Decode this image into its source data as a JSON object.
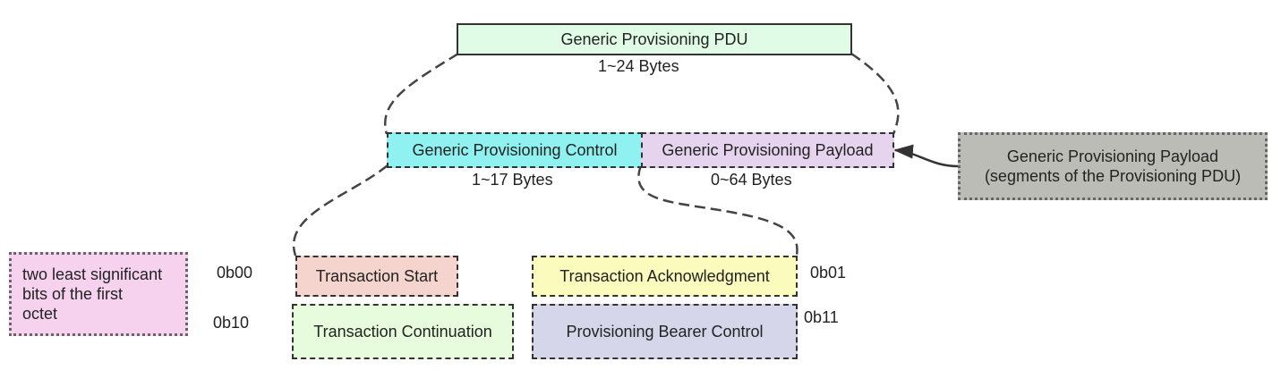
{
  "pdu": {
    "title": "Generic Provisioning PDU",
    "size": "1~24 Bytes"
  },
  "control": {
    "title": "Generic Provisioning Control",
    "size": "1~17 Bytes"
  },
  "payload": {
    "title": "Generic Provisioning Payload",
    "size": "0~64 Bytes"
  },
  "payload_note": {
    "line1": "Generic Provisioning Payload",
    "line2": "(segments of the Provisioning PDU)"
  },
  "bits_note": {
    "line1": "two least significant",
    "line2": "bits of the first",
    "line3": "octet"
  },
  "types": [
    {
      "label": "Transaction Start",
      "code": "0b00"
    },
    {
      "label": "Transaction Acknowledgment",
      "code": "0b01"
    },
    {
      "label": "Transaction Continuation",
      "code": "0b10"
    },
    {
      "label": "Provisioning Bearer Control",
      "code": "0b11"
    }
  ],
  "colors": {
    "pdu": "#e1fce6",
    "control": "#8ff2f0",
    "payload": "#e6d4ee",
    "payload_note": "#bcbcb7",
    "bits_note": "#f6d2ee",
    "start": "#f6d4ce",
    "ack": "#fbfbbd",
    "continuation": "#e6fcdc",
    "bearer": "#d6d6ea"
  }
}
